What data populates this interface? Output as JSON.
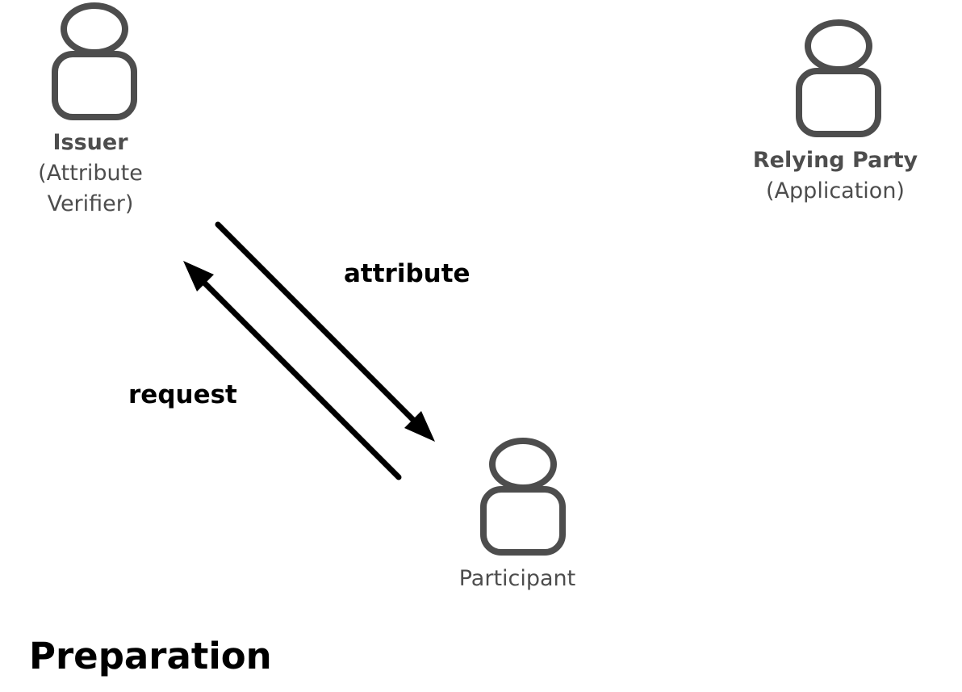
{
  "title": "Preparation",
  "actors": {
    "issuer": {
      "name": "Issuer",
      "role_line1": "(Attribute",
      "role_line2": "Verifier)",
      "icon": "person-icon"
    },
    "relying_party": {
      "name": "Relying Party",
      "role": "(Application)",
      "icon": "person-icon"
    },
    "participant": {
      "name": "Participant",
      "icon": "person-icon"
    }
  },
  "edges": {
    "attribute": {
      "label": "attribute",
      "from": "issuer",
      "to": "participant"
    },
    "request": {
      "label": "request",
      "from": "participant",
      "to": "issuer"
    }
  },
  "colors": {
    "actor_stroke": "#4d4d4d",
    "actor_text": "#4d4d4d",
    "arrow": "#000000",
    "title": "#000000",
    "background": "#ffffff"
  }
}
